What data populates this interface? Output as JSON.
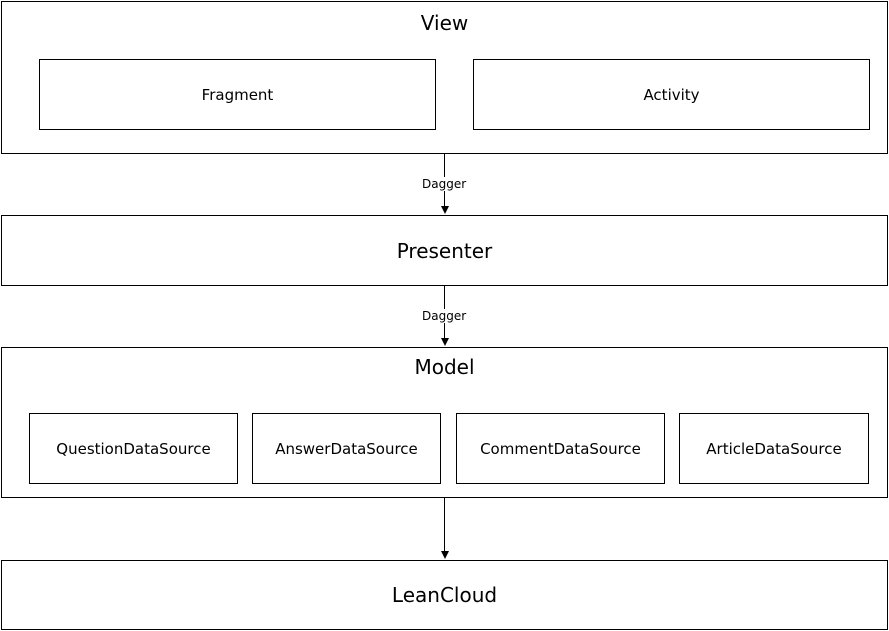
{
  "view": {
    "title": "View",
    "children": [
      "Fragment",
      "Activity"
    ]
  },
  "presenter": {
    "title": "Presenter"
  },
  "model": {
    "title": "Model",
    "children": [
      "QuestionDataSource",
      "AnswerDataSource",
      "CommentDataSource",
      "ArticleDataSource"
    ]
  },
  "leancloud": {
    "title": "LeanCloud"
  },
  "edges": [
    {
      "from": "View",
      "to": "Presenter",
      "label": "Dagger"
    },
    {
      "from": "Presenter",
      "to": "Model",
      "label": "Dagger"
    },
    {
      "from": "Model",
      "to": "LeanCloud",
      "label": ""
    }
  ]
}
